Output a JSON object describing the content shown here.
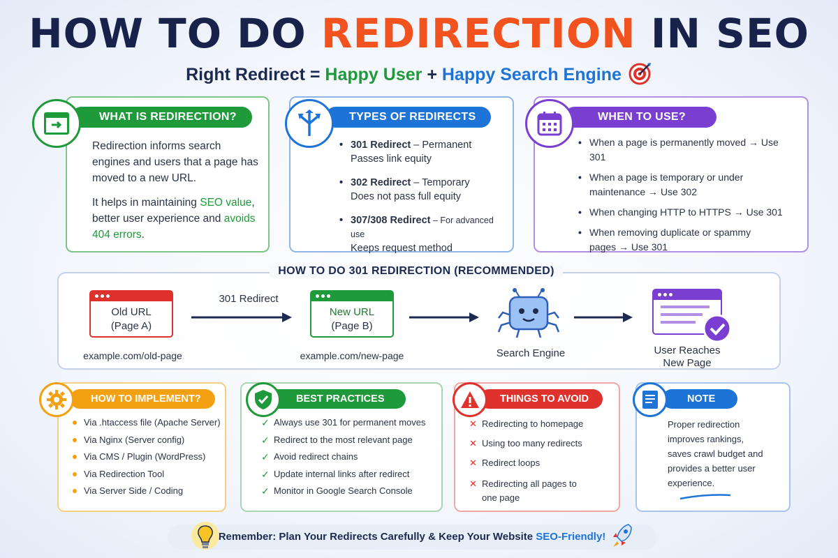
{
  "header": {
    "title_part1": "HOW TO DO ",
    "title_highlight": "REDIRECTION",
    "title_part2": " IN SEO",
    "subtitle_part1": "Right Redirect = ",
    "subtitle_green": "Happy User",
    "subtitle_plus": " + ",
    "subtitle_blue": "Happy Search Engine"
  },
  "what": {
    "title": "WHAT IS REDIRECTION?",
    "p1": "Redirection informs search engines and users that a page has moved to a new URL.",
    "p2_a": "It helps in maintaining ",
    "p2_b": "SEO value",
    "p2_c": ", better user experience and ",
    "p2_d": "avoids 404 errors",
    "p2_e": "."
  },
  "types": {
    "title": "TYPES OF REDIRECTS",
    "items": [
      {
        "name": "301 Redirect",
        "desc": " – Permanent",
        "sub": "Passes link equity"
      },
      {
        "name": "302 Redirect",
        "desc": " – Temporary",
        "sub": "Does not pass full equity"
      },
      {
        "name": "307/308 Redirect",
        "desc": " – For advanced use",
        "sub": "Keeps request method"
      }
    ]
  },
  "when": {
    "title": "WHEN TO USE?",
    "items": [
      "When a page is permanently moved → Use 301",
      "When a page is temporary or under maintenance → Use 302",
      "When changing HTTP to HTTPS → Use 301",
      "When removing duplicate or spammy pages → Use 301"
    ]
  },
  "flow": {
    "title": "HOW TO DO 301 REDIRECTION (RECOMMENDED)",
    "old_line1": "Old URL",
    "old_line2": "(Page A)",
    "old_url": "example.com/old-page",
    "redirect_label": "301 Redirect",
    "new_line1": "New URL",
    "new_line2": "(Page B)",
    "new_url": "example.com/new-page",
    "engine_label": "Search Engine",
    "user_line1": "User Reaches",
    "user_line2": "New Page"
  },
  "implement": {
    "title": "HOW TO IMPLEMENT?",
    "items": [
      "Via .htaccess file (Apache Server)",
      "Via Nginx (Server config)",
      "Via CMS / Plugin (WordPress)",
      "Via Redirection Tool",
      "Via Server Side / Coding"
    ]
  },
  "best": {
    "title": "BEST PRACTICES",
    "items": [
      "Always use 301 for permanent moves",
      "Redirect to the most relevant page",
      "Avoid redirect chains",
      "Update internal links after redirect",
      "Monitor in Google Search Console"
    ]
  },
  "avoid": {
    "title": "THINGS TO AVOID",
    "items": [
      "Redirecting to homepage",
      "Using too many redirects",
      "Redirect loops",
      "Redirecting all pages to one page"
    ]
  },
  "note": {
    "title": "NOTE",
    "text": "Proper redirection improves rankings, saves crawl budget and provides a better user experience."
  },
  "footer": {
    "text_a": "Remember: Plan Your Redirects Carefully & Keep Your Website ",
    "text_b": "SEO-Friendly!"
  },
  "colors": {
    "green": "#1f9a3a",
    "blue": "#1e73d6",
    "purple": "#7a3fd1",
    "orange": "#f3a113",
    "red": "#e0322d",
    "navy": "#18224a",
    "title_highlight": "#f2521d"
  }
}
